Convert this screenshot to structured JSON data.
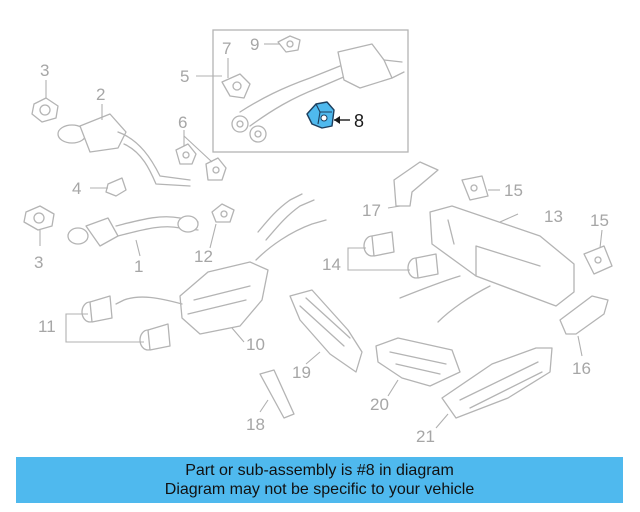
{
  "diagram": {
    "highlighted_part": "8",
    "highlight_color": "#4fb9ee",
    "callouts": {
      "c1": "1",
      "c2": "2",
      "c3a": "3",
      "c3b": "3",
      "c4": "4",
      "c5": "5",
      "c6": "6",
      "c7": "7",
      "c8": "8",
      "c9": "9",
      "c10": "10",
      "c11": "11",
      "c12": "12",
      "c13": "13",
      "c14": "14",
      "c15a": "15",
      "c15b": "15",
      "c16": "16",
      "c17": "17",
      "c18": "18",
      "c19": "19",
      "c20": "20",
      "c21": "21"
    }
  },
  "banner": {
    "line1": "Part or sub-assembly is #8 in diagram",
    "line2": "Diagram may not be specific to your vehicle",
    "color": "#4fb9ee"
  }
}
